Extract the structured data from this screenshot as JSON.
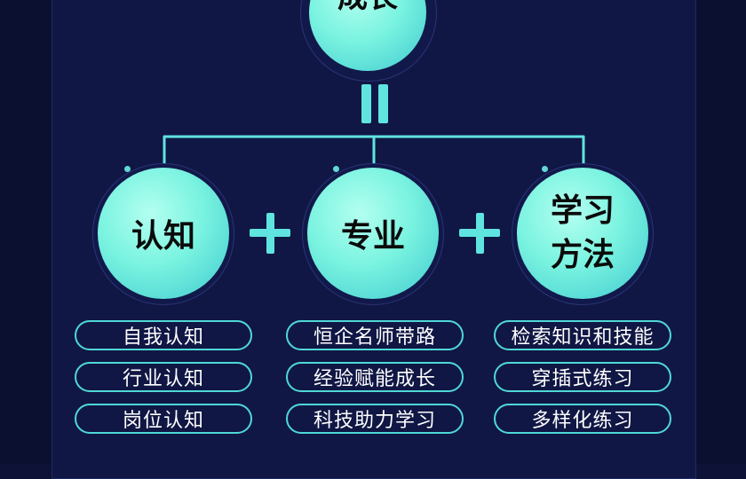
{
  "top_node": {
    "label": "成长"
  },
  "nodes": [
    {
      "label": "认知"
    },
    {
      "label": "专业"
    },
    {
      "label": "学习方法"
    }
  ],
  "operators": {
    "plus": "+",
    "equals": "="
  },
  "columns": [
    {
      "items": [
        "自我认知",
        "行业认知",
        "岗位认知"
      ]
    },
    {
      "items": [
        "恒企名师带路",
        "经验赋能成长",
        "科技助力学习"
      ]
    },
    {
      "items": [
        "检索知识和技能",
        "穿插式练习",
        "多样化练习"
      ]
    }
  ],
  "colors": {
    "background": "#0d1236",
    "accent": "#4fd8d6",
    "circle": "#7af3e0"
  }
}
